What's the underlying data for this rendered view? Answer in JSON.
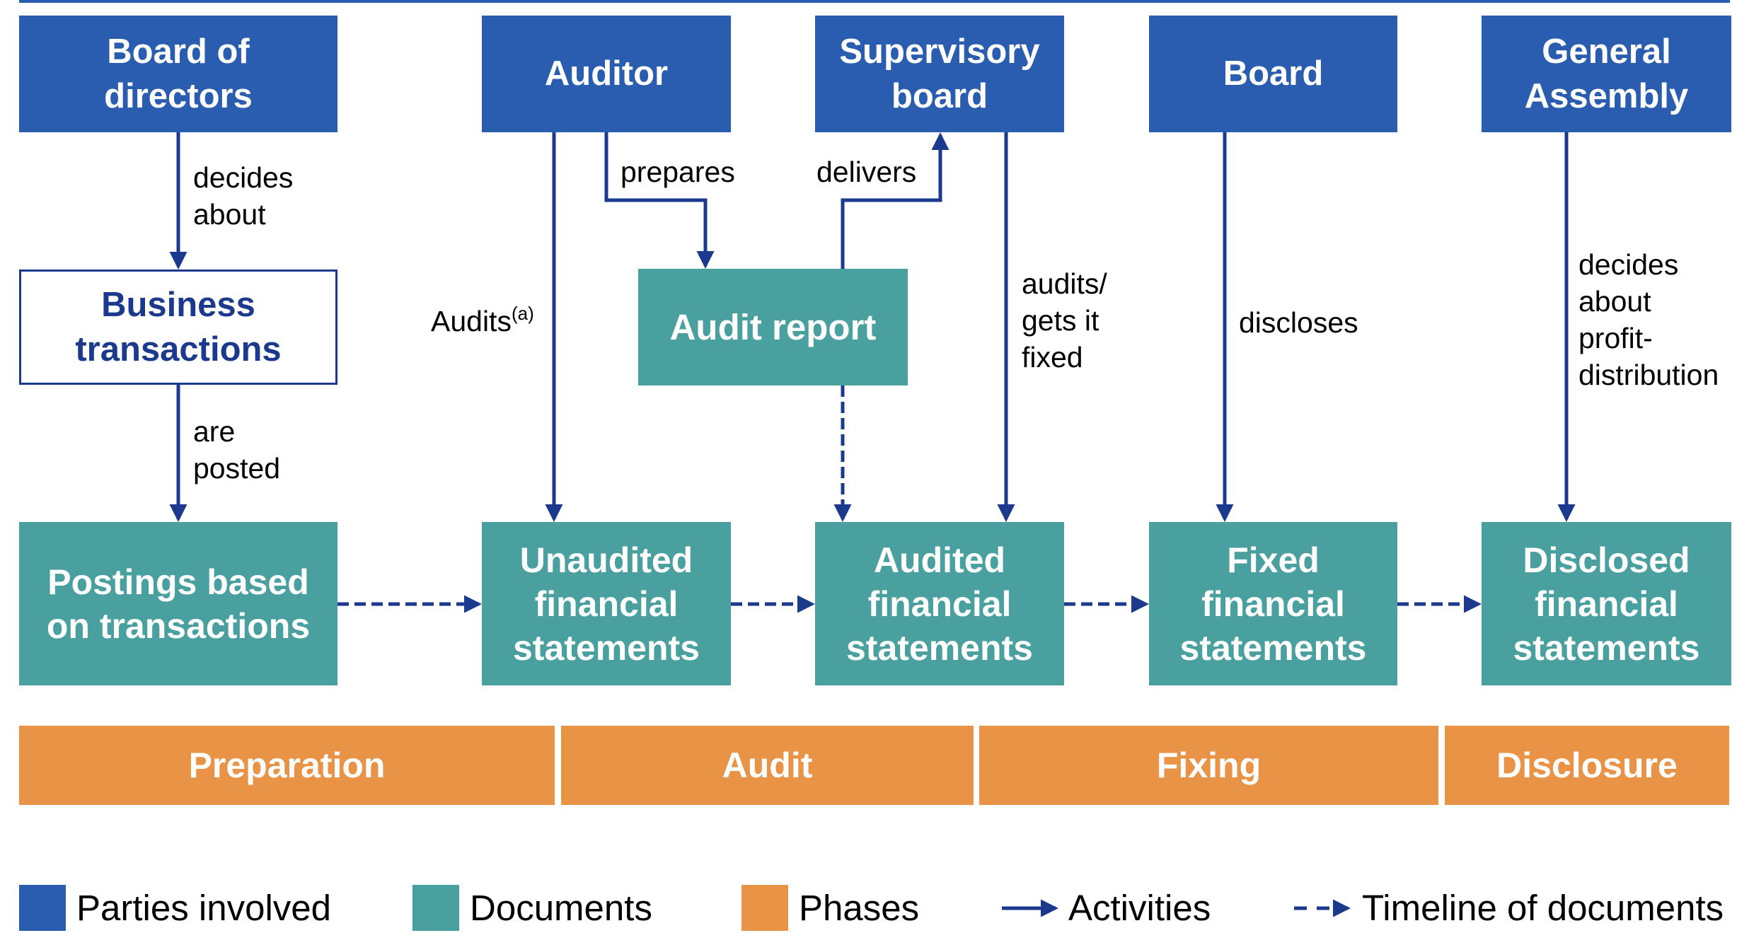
{
  "colors": {
    "party": "#2A5DB0",
    "document": "#49A09F",
    "phase": "#E89346",
    "arrow": "#1B3A8E"
  },
  "parties": [
    {
      "id": "board-of-directors",
      "label": "Board of\ndirectors"
    },
    {
      "id": "auditor",
      "label": "Auditor"
    },
    {
      "id": "supervisory-board",
      "label": "Supervisory\nboard"
    },
    {
      "id": "board",
      "label": "Board"
    },
    {
      "id": "general-assembly",
      "label": "General\nAssembly"
    }
  ],
  "business_transactions": {
    "label": "Business\ntransactions"
  },
  "audit_report": {
    "label": "Audit report"
  },
  "documents": [
    {
      "id": "postings",
      "label": "Postings based\non transactions"
    },
    {
      "id": "unaudited",
      "label": "Unaudited\nfinancial\nstatements"
    },
    {
      "id": "audited",
      "label": "Audited\nfinancial\nstatements"
    },
    {
      "id": "fixed",
      "label": "Fixed\nfinancial\nstatements"
    },
    {
      "id": "disclosed",
      "label": "Disclosed\nfinancial\nstatements"
    }
  ],
  "activities": {
    "decides_about": "decides\nabout",
    "are_posted": "are\nposted",
    "audits": "Audits",
    "audits_footnote": "(a)",
    "prepares": "prepares",
    "delivers": "delivers",
    "audits_gets_fixed": "audits/\ngets it\nfixed",
    "discloses": "discloses",
    "decides_profit": "decides\nabout\nprofit-\ndistribution"
  },
  "phases": [
    {
      "id": "preparation",
      "label": "Preparation"
    },
    {
      "id": "audit",
      "label": "Audit"
    },
    {
      "id": "fixing",
      "label": "Fixing"
    },
    {
      "id": "disclosure",
      "label": "Disclosure"
    }
  ],
  "legend": {
    "parties": "Parties involved",
    "documents": "Documents",
    "phases": "Phases",
    "activities": "Activities",
    "timeline": "Timeline of documents"
  }
}
